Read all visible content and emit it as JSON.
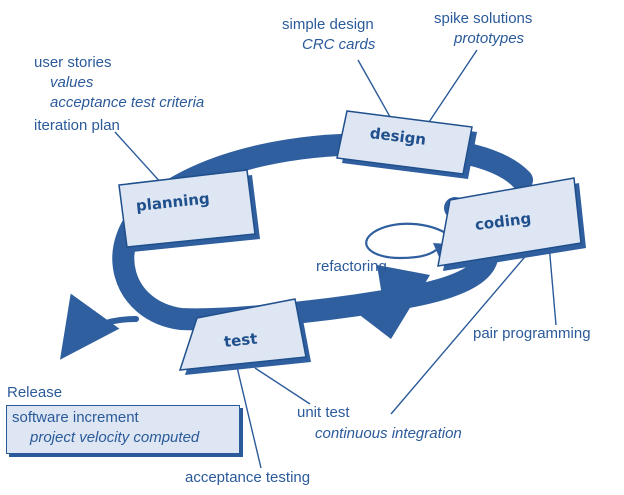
{
  "colors": {
    "loop": "#2f5f9e",
    "box_fill": "#dde6f2",
    "box_stroke": "#1f4f8c",
    "text": "#2b5a9a"
  },
  "phases": {
    "planning": "planning",
    "design": "design",
    "coding": "coding",
    "test": "test"
  },
  "annotations": {
    "planning_notes": {
      "user_stories": "user stories",
      "values": "values",
      "acceptance_test_criteria": "acceptance test criteria",
      "iteration_plan": "iteration plan"
    },
    "design_notes": {
      "simple_design": "simple design",
      "crc_cards": "CRC cards"
    },
    "spike_notes": {
      "spike_solutions": "spike solutions",
      "prototypes": "prototypes"
    },
    "refactoring": "refactoring",
    "pair_programming": "pair programming",
    "unit_test_notes": {
      "unit_test": "unit test",
      "continuous_integration": "continuous integration"
    },
    "acceptance_testing": "acceptance testing",
    "release": {
      "title": "Release",
      "software_increment": "software increment",
      "project_velocity_computed": "project velocity computed"
    }
  }
}
